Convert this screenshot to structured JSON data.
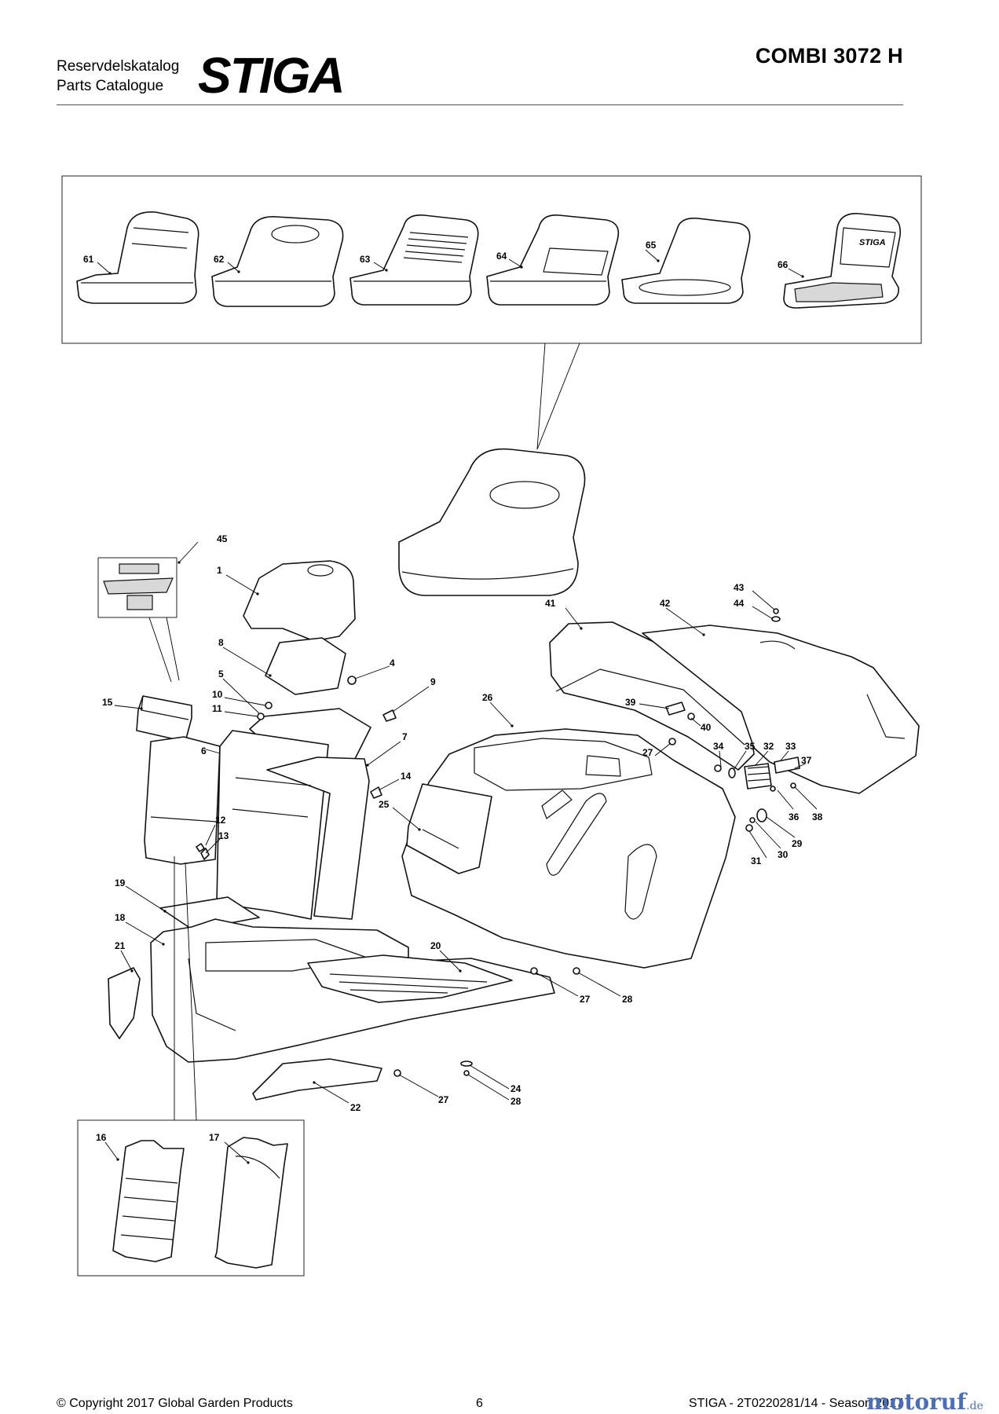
{
  "header": {
    "catalog_line1": "Reservdelskatalog",
    "catalog_line2": "Parts Catalogue",
    "brand": "STIGA",
    "model": "COMBI 3072 H"
  },
  "footer": {
    "copyright": "© Copyright 2017 Global Garden Products",
    "page_number": "6",
    "doc_ref": "STIGA - 2T0220281/14 - Season 2017"
  },
  "watermark": {
    "name": "motoruf",
    "tld": ".de"
  },
  "seat_options": [
    "61",
    "62",
    "63",
    "64",
    "65",
    "66"
  ],
  "parts": {
    "p1": "1",
    "p4": "4",
    "p5": "5",
    "p6": "6",
    "p7": "7",
    "p8": "8",
    "p9": "9",
    "p10": "10",
    "p11": "11",
    "p12": "12",
    "p13": "13",
    "p14": "14",
    "p15": "15",
    "p16": "16",
    "p17": "17",
    "p18": "18",
    "p19": "19",
    "p20": "20",
    "p21": "21",
    "p22": "22",
    "p24": "24",
    "p25": "25",
    "p26": "26",
    "p27": "27",
    "p28": "28",
    "p29": "29",
    "p30": "30",
    "p31": "31",
    "p32": "32",
    "p33": "33",
    "p34": "34",
    "p35": "35",
    "p36": "36",
    "p37": "37",
    "p38": "38",
    "p39": "39",
    "p40": "40",
    "p41": "41",
    "p42": "42",
    "p43": "43",
    "p44": "44",
    "p45": "45"
  }
}
